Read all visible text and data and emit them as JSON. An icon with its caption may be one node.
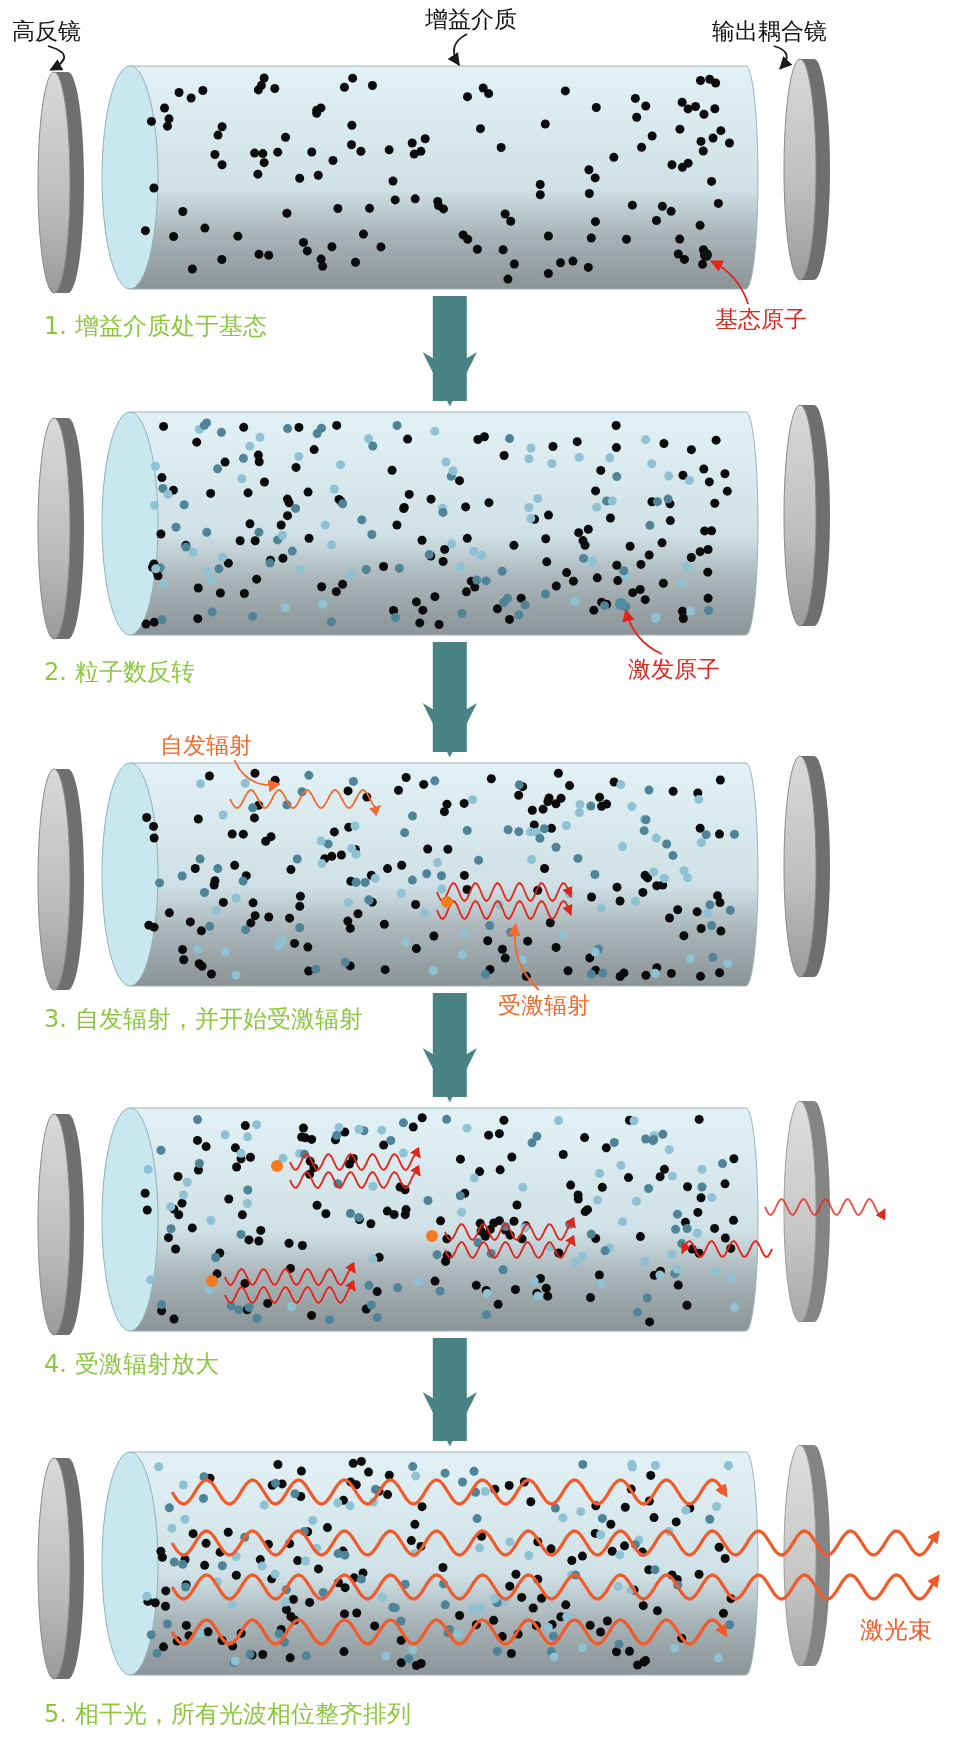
{
  "diagram": {
    "nodes": [
      {
        "text": [
          "高反镜"
        ]
      },
      {
        "text": [
          "增益介质"
        ]
      },
      {
        "text": [
          "输出耦合镜"
        ]
      },
      {
        "text": [],
        "shape": "disc"
      },
      {
        "text": [],
        "shape": "cylinder"
      },
      {
        "text": [],
        "shape": "disc"
      },
      {
        "text": [],
        "shape": "circle",
        "in": 4
      },
      {
        "text": [
          "基态原子"
        ]
      },
      {
        "text": [],
        "shape": "disc"
      },
      {
        "text": [],
        "shape": "cylinder"
      },
      {
        "text": [],
        "shape": "disc"
      },
      {
        "text": [],
        "shape": "circle",
        "in": 9
      },
      {
        "text": [
          "激发原子"
        ]
      },
      {
        "text": [
          "自发辐射"
        ]
      },
      {
        "text": [],
        "shape": "disc"
      },
      {
        "text": [],
        "shape": "cylinder"
      },
      {
        "text": [],
        "shape": "disc"
      },
      {
        "text": [],
        "shape": "wave",
        "in": 15
      },
      {
        "text": [],
        "shape": "wave",
        "in": 15
      },
      {
        "text": [
          "受激辐射"
        ]
      },
      {
        "text": [],
        "shape": "disc"
      },
      {
        "text": [],
        "shape": "cylinder"
      },
      {
        "text": [],
        "shape": "disc"
      },
      {
        "text": [],
        "shape": "disc"
      },
      {
        "text": [],
        "shape": "cylinder"
      },
      {
        "text": [],
        "shape": "disc"
      }
    ],
    "edges": [
      {
        "from": 0,
        "to": 3,
        "arrow": "to"
      },
      {
        "from": 1,
        "to": 4,
        "arrow": "to"
      },
      {
        "from": 2,
        "to": 5,
        "arrow": "to"
      },
      {
        "from": 7,
        "to": 6,
        "arrow": "to",
        "color": "#e3241b"
      },
      {
        "from": 12,
        "to": 11,
        "arrow": "to",
        "color": "#e3241b"
      },
      {
        "from": 13,
        "to": 17,
        "arrow": "to",
        "color": "#f26a2e"
      },
      {
        "from": 19,
        "to": 18,
        "arrow": "to",
        "color": "#f26a2e"
      },
      {
        "from": 4,
        "to": 9,
        "arrow": "to",
        "style": "thick",
        "color": "#2a6e6e"
      },
      {
        "from": 9,
        "to": 15,
        "arrow": "to",
        "style": "thick",
        "color": "#2a6e6e"
      },
      {
        "from": 15,
        "to": 21,
        "arrow": "to",
        "style": "thick",
        "color": "#2a6e6e"
      },
      {
        "from": 21,
        "to": 24,
        "arrow": "to",
        "style": "thick",
        "color": "#2a6e6e"
      }
    ],
    "labels": [
      "1. 增益介质处于基态",
      "2. 粒子数反转",
      "3. 自发辐射，并开始受激辐射",
      "4. 受激辐射放大",
      "5. 相干光，所有光波相位整齐排列",
      "激光束"
    ]
  }
}
